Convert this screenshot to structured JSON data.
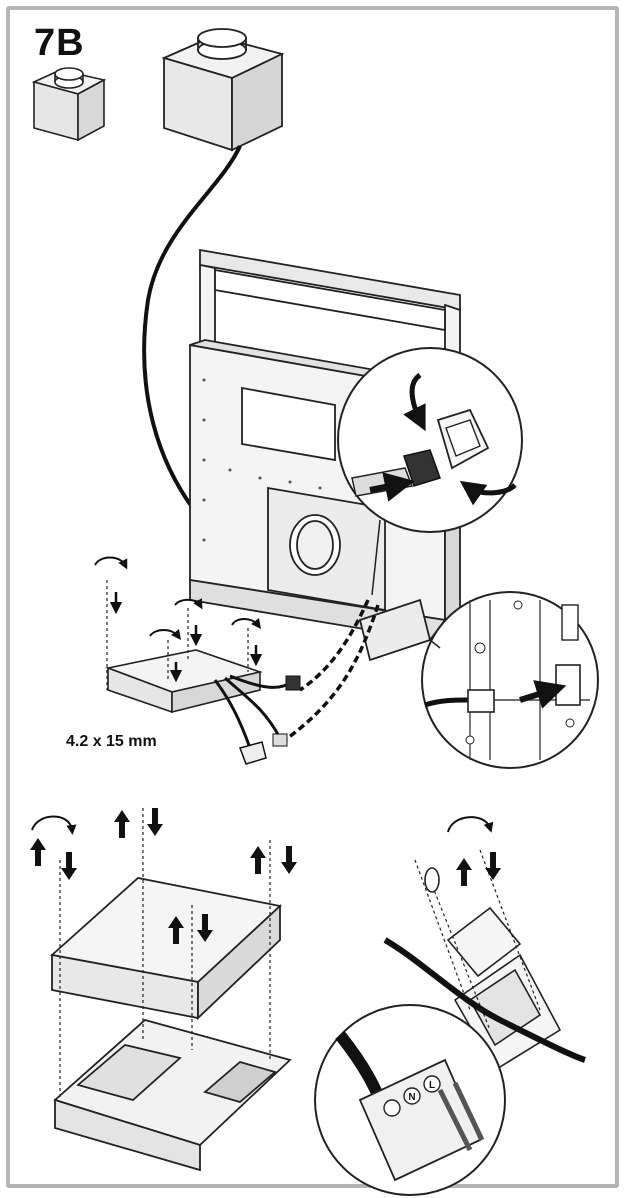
{
  "step": "7B",
  "screw_spec": "4.2 x 15 mm",
  "terminal_letters": [
    "L",
    "N"
  ],
  "colors": {
    "frame": "#b4b4b4",
    "line": "#1a1a1a",
    "cable": "#111111",
    "panel_fill": "#f4f4f4"
  }
}
